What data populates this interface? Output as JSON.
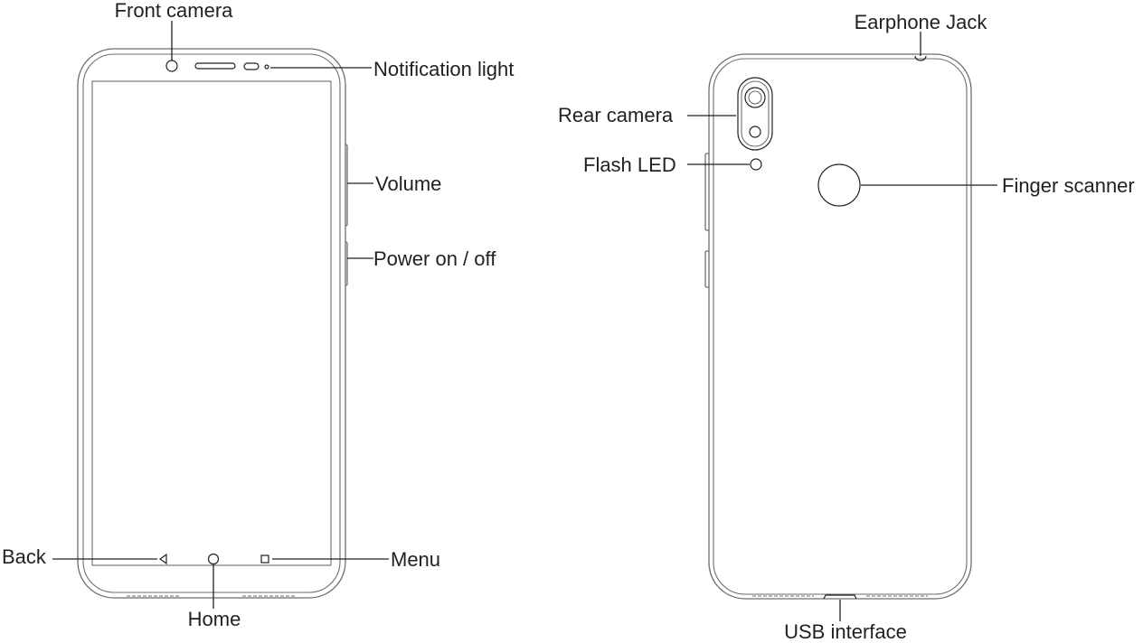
{
  "front": {
    "labels": {
      "front_camera": "Front camera",
      "notification_light": "Notification light",
      "volume": "Volume",
      "power": "Power on / off",
      "back": "Back",
      "menu": "Menu",
      "home": "Home"
    }
  },
  "rear": {
    "labels": {
      "earphone_jack": "Earphone Jack",
      "rear_camera": "Rear camera",
      "flash_led": "Flash LED",
      "finger_scanner": "Finger scanner",
      "usb_interface": "USB interface"
    }
  },
  "colors": {
    "line": "#231f20",
    "outline": "#6d6e71",
    "background": "#ffffff"
  }
}
